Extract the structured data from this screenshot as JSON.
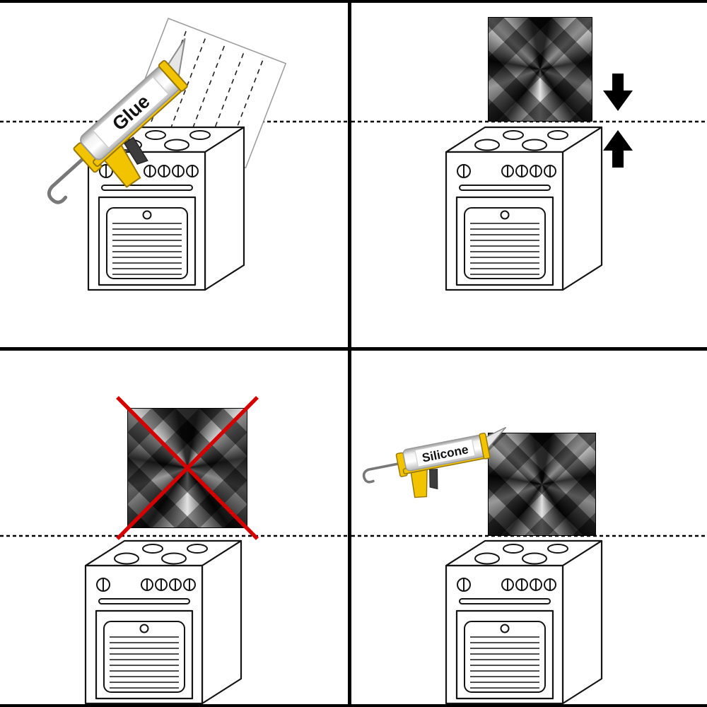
{
  "gun_labels": {
    "glue": "Glue",
    "silicone": "Silicone"
  },
  "colors": {
    "background": "#ffffff",
    "line_black": "#000000",
    "gun_yellow": "#f2c400",
    "cross_red": "#d40000",
    "panel_dark": "#0b0b0b",
    "panel_light": "#d8d8d8"
  },
  "icons": {
    "stove": "stove-icon",
    "caulk_gun_glue": "caulk-gun-glue-icon",
    "caulk_gun_silicone": "caulk-gun-silicone-icon",
    "metal_panel": "metal-backsplash-panel-icon",
    "press_arrows": "press-arrows-icon",
    "cross_out": "cross-out-icon",
    "glue_sheet": "glue-pattern-sheet-icon",
    "wall_line": "dashed-wall-line"
  }
}
